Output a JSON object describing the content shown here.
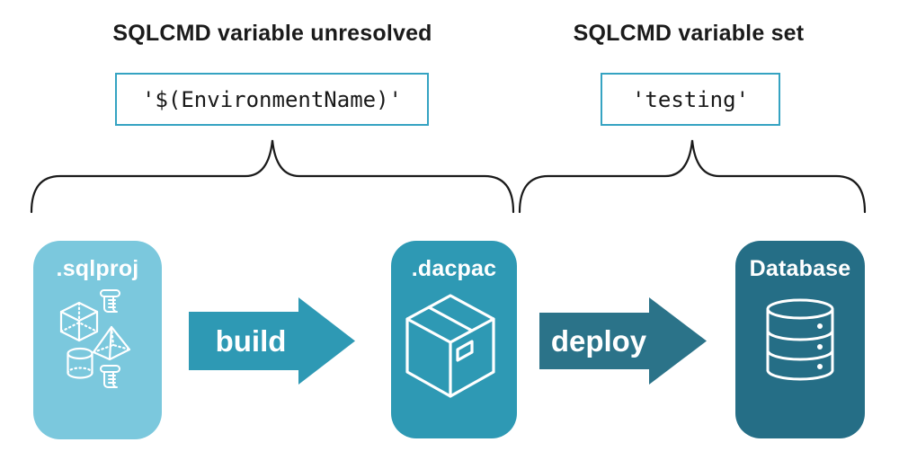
{
  "annotations": {
    "left": {
      "heading": "SQLCMD variable unresolved",
      "code": "'$(EnvironmentName)'"
    },
    "right": {
      "heading": "SQLCMD variable set",
      "code": "'testing'"
    }
  },
  "pipeline": {
    "nodes": [
      {
        "label": ".sqlproj",
        "color": "#7bc8dd",
        "icon": "sql-objects-icon"
      },
      {
        "label": ".dacpac",
        "color": "#2e99b4",
        "icon": "package-box-icon"
      },
      {
        "label": "Database",
        "color": "#256e86",
        "icon": "database-cylinder-icon"
      }
    ],
    "arrows": [
      {
        "label": "build",
        "color": "#2e99b4"
      },
      {
        "label": "deploy",
        "color": "#2b7389"
      }
    ]
  },
  "colors": {
    "background": "#ffffff",
    "code_box_border": "#35a3c2",
    "heading_text": "#1b1b1b",
    "code_text": "#191919",
    "brace": "#1a1a1a",
    "node_text": "#ffffff",
    "icon_stroke": "#ffffff"
  }
}
